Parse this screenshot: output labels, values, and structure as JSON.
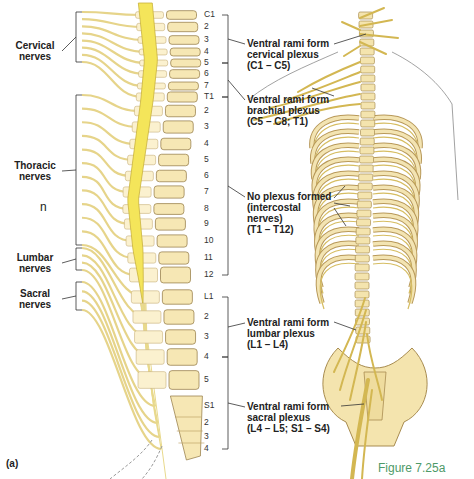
{
  "diagram": {
    "caption": "Figure 7.25a",
    "labels": [
      "Cervical nerves",
      "Thoracic nerves",
      "Lumbar nerves",
      "Sacral nerves",
      "n",
      "C1",
      "2",
      "3",
      "4",
      "5",
      "6",
      "7",
      "T1",
      "2",
      "3",
      "4",
      "5",
      "6",
      "7",
      "8",
      "9",
      "10",
      "11",
      "12",
      "L1",
      "2",
      "3",
      "4",
      "5",
      "S1",
      "2",
      "3",
      "4",
      "Ventral rami form cervical plexus (C1 – C5)",
      "Ventral rami form brachial plexus (C5 – C8; T1)",
      "No plexus formed (intercostal nerves) (T1 – T12)",
      "Ventral rami form lumbar plexus (L1 – L4)",
      "Ventral rami form sacral plexus (L4 – L5; S1 – S4)",
      "(a)"
    ]
  }
}
